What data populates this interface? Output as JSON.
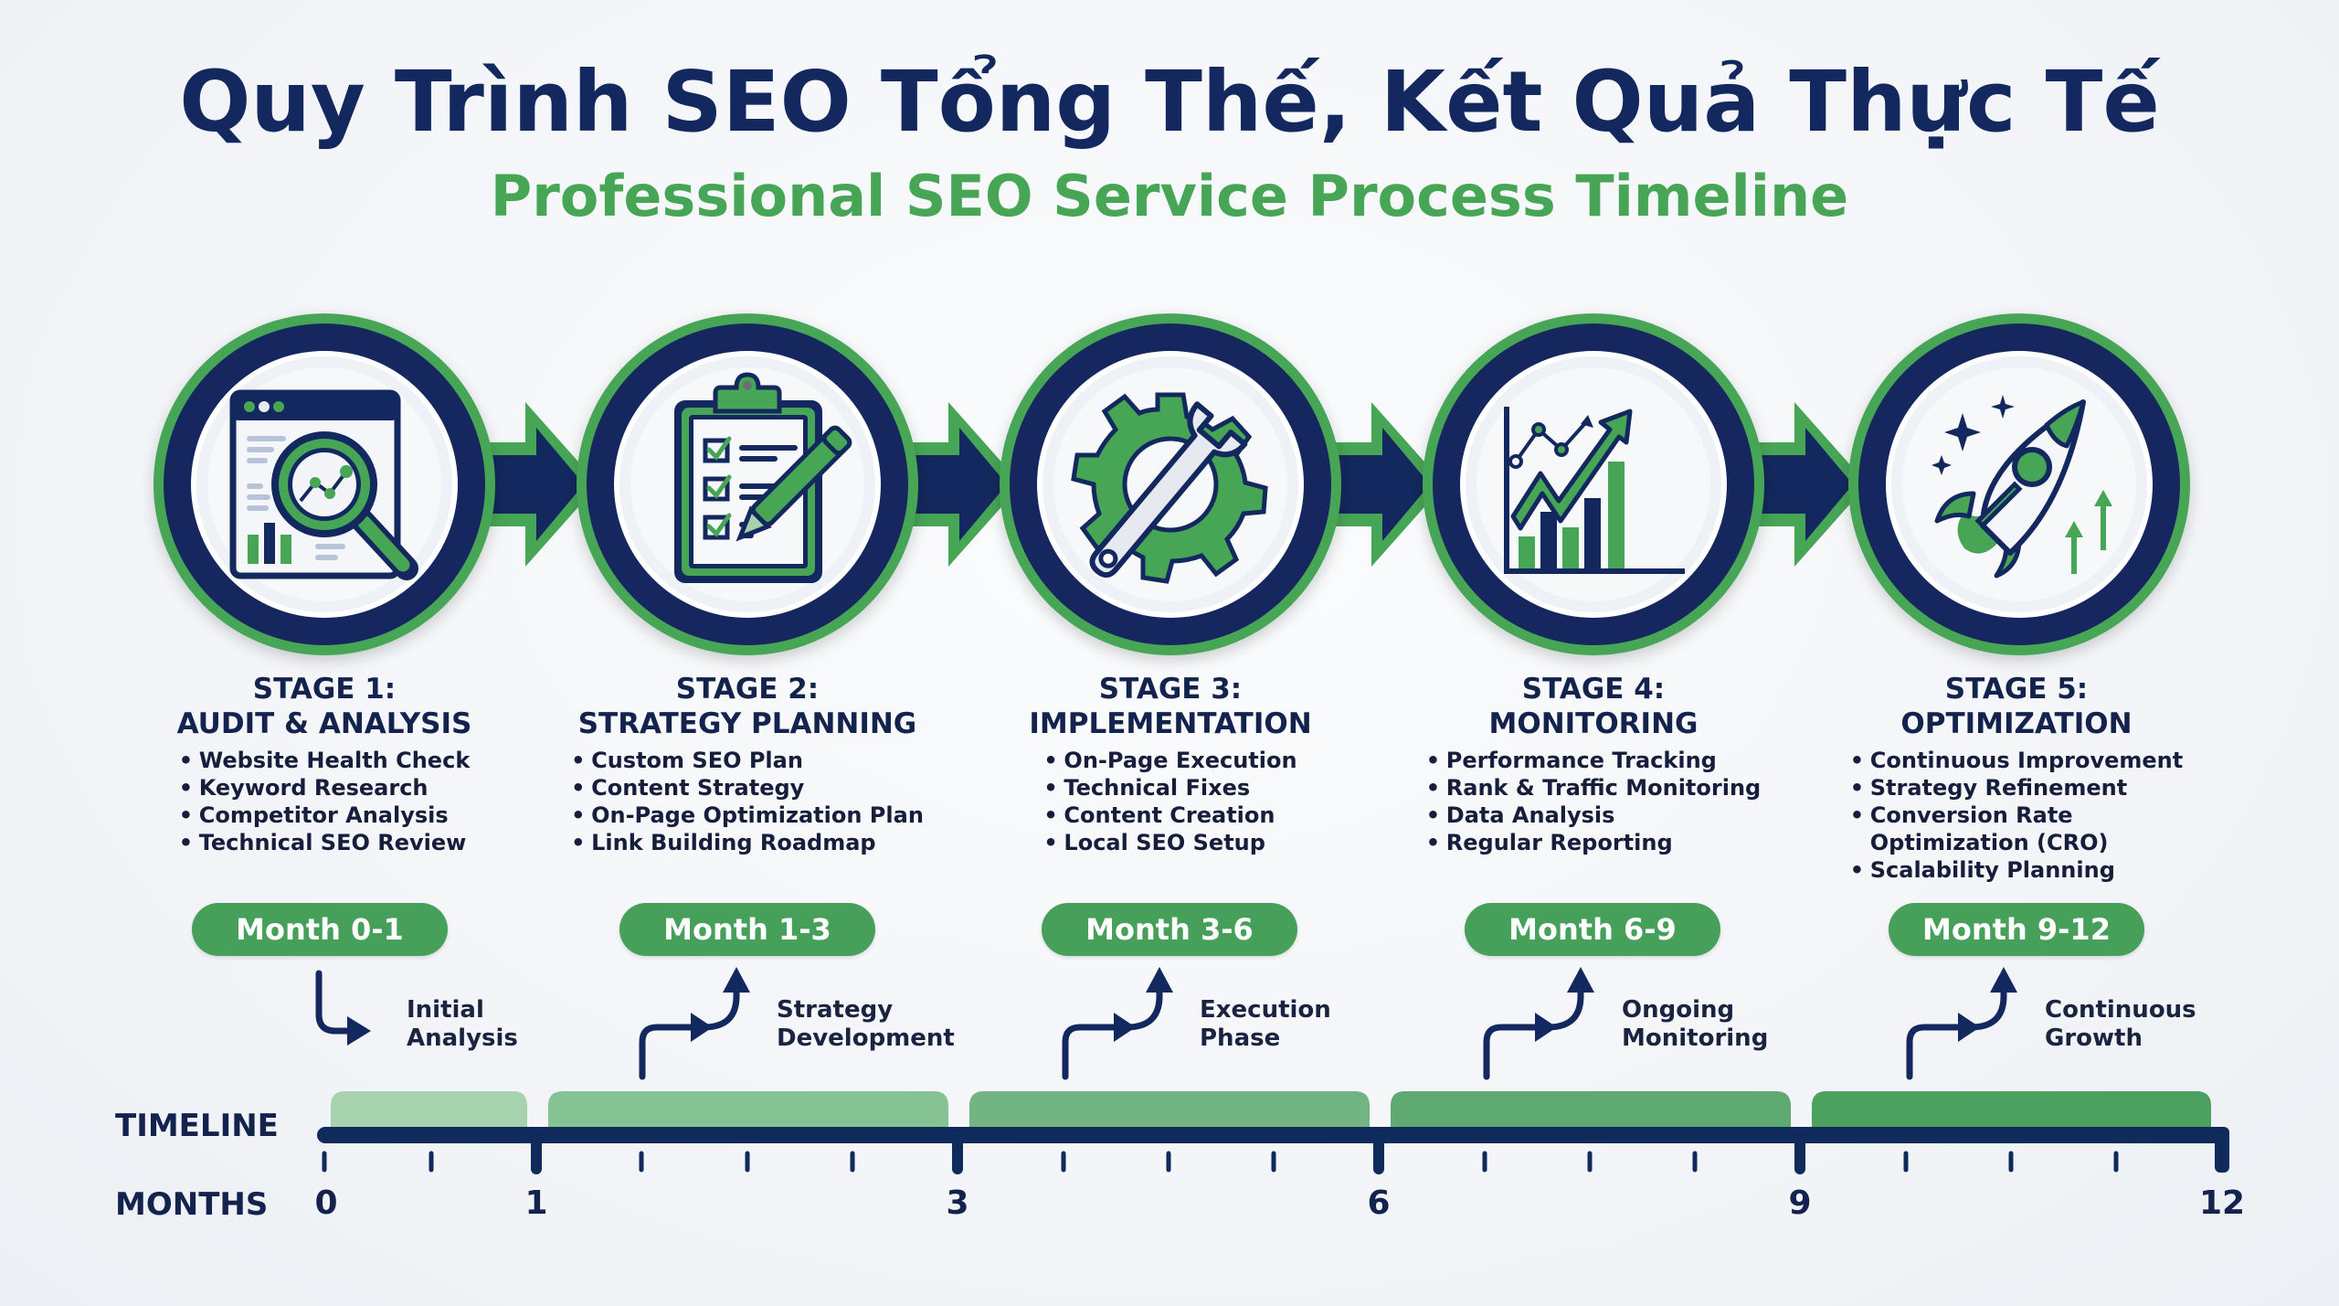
{
  "header": {
    "title": "Quy Trình SEO Tổng Thế, Kết Quả Thực Tế",
    "subtitle": "Professional SEO Service Process Timeline"
  },
  "colors": {
    "navy": "#13285e",
    "green": "#47a556",
    "badge_green": "#47a05a",
    "timeline_bar": "#0f2b5b",
    "segment_colors": [
      "#a6d3ae",
      "#86c394",
      "#72b582",
      "#5fa972",
      "#4ba15f"
    ]
  },
  "stages": [
    {
      "number": "STAGE 1:",
      "name": "AUDIT & ANALYSIS",
      "icon": "website-audit-magnifier-icon",
      "items": [
        "Website Health Check",
        "Keyword Research",
        "Competitor Analysis",
        "Technical SEO Review"
      ],
      "badge": "Month 0-1",
      "note_line1": "Initial",
      "note_line2": "Analysis"
    },
    {
      "number": "STAGE 2:",
      "name": "STRATEGY PLANNING",
      "icon": "clipboard-checklist-pencil-icon",
      "items": [
        "Custom SEO Plan",
        "Content Strategy",
        "On-Page Optimization Plan",
        "Link Building Roadmap"
      ],
      "badge": "Month 1-3",
      "note_line1": "Strategy",
      "note_line2": "Development"
    },
    {
      "number": "STAGE 3:",
      "name": "IMPLEMENTATION",
      "icon": "gear-wrench-icon",
      "items": [
        "On-Page Execution",
        "Technical Fixes",
        "Content Creation",
        "Local SEO Setup"
      ],
      "badge": "Month 3-6",
      "note_line1": "Execution",
      "note_line2": "Phase"
    },
    {
      "number": "STAGE 4:",
      "name": "MONITORING",
      "icon": "growth-chart-icon",
      "items": [
        "Performance Tracking",
        "Rank & Traffic Monitoring",
        "Data Analysis",
        "Regular Reporting"
      ],
      "badge": "Month 6-9",
      "note_line1": "Ongoing",
      "note_line2": "Monitoring"
    },
    {
      "number": "STAGE 5:",
      "name": "OPTIMIZATION",
      "icon": "rocket-icon",
      "items": [
        "Continuous Improvement",
        "Strategy Refinement",
        "Conversion Rate",
        "Optimization (CRO)",
        "Scalability Planning"
      ],
      "badge": "Month 9-12",
      "note_line1": "Continuous",
      "note_line2": "Growth"
    }
  ],
  "timeline": {
    "timeline_label": "TIMELINE",
    "months_label": "MONTHS",
    "month_marks": [
      "0",
      "1",
      "3",
      "6",
      "9",
      "12"
    ]
  }
}
